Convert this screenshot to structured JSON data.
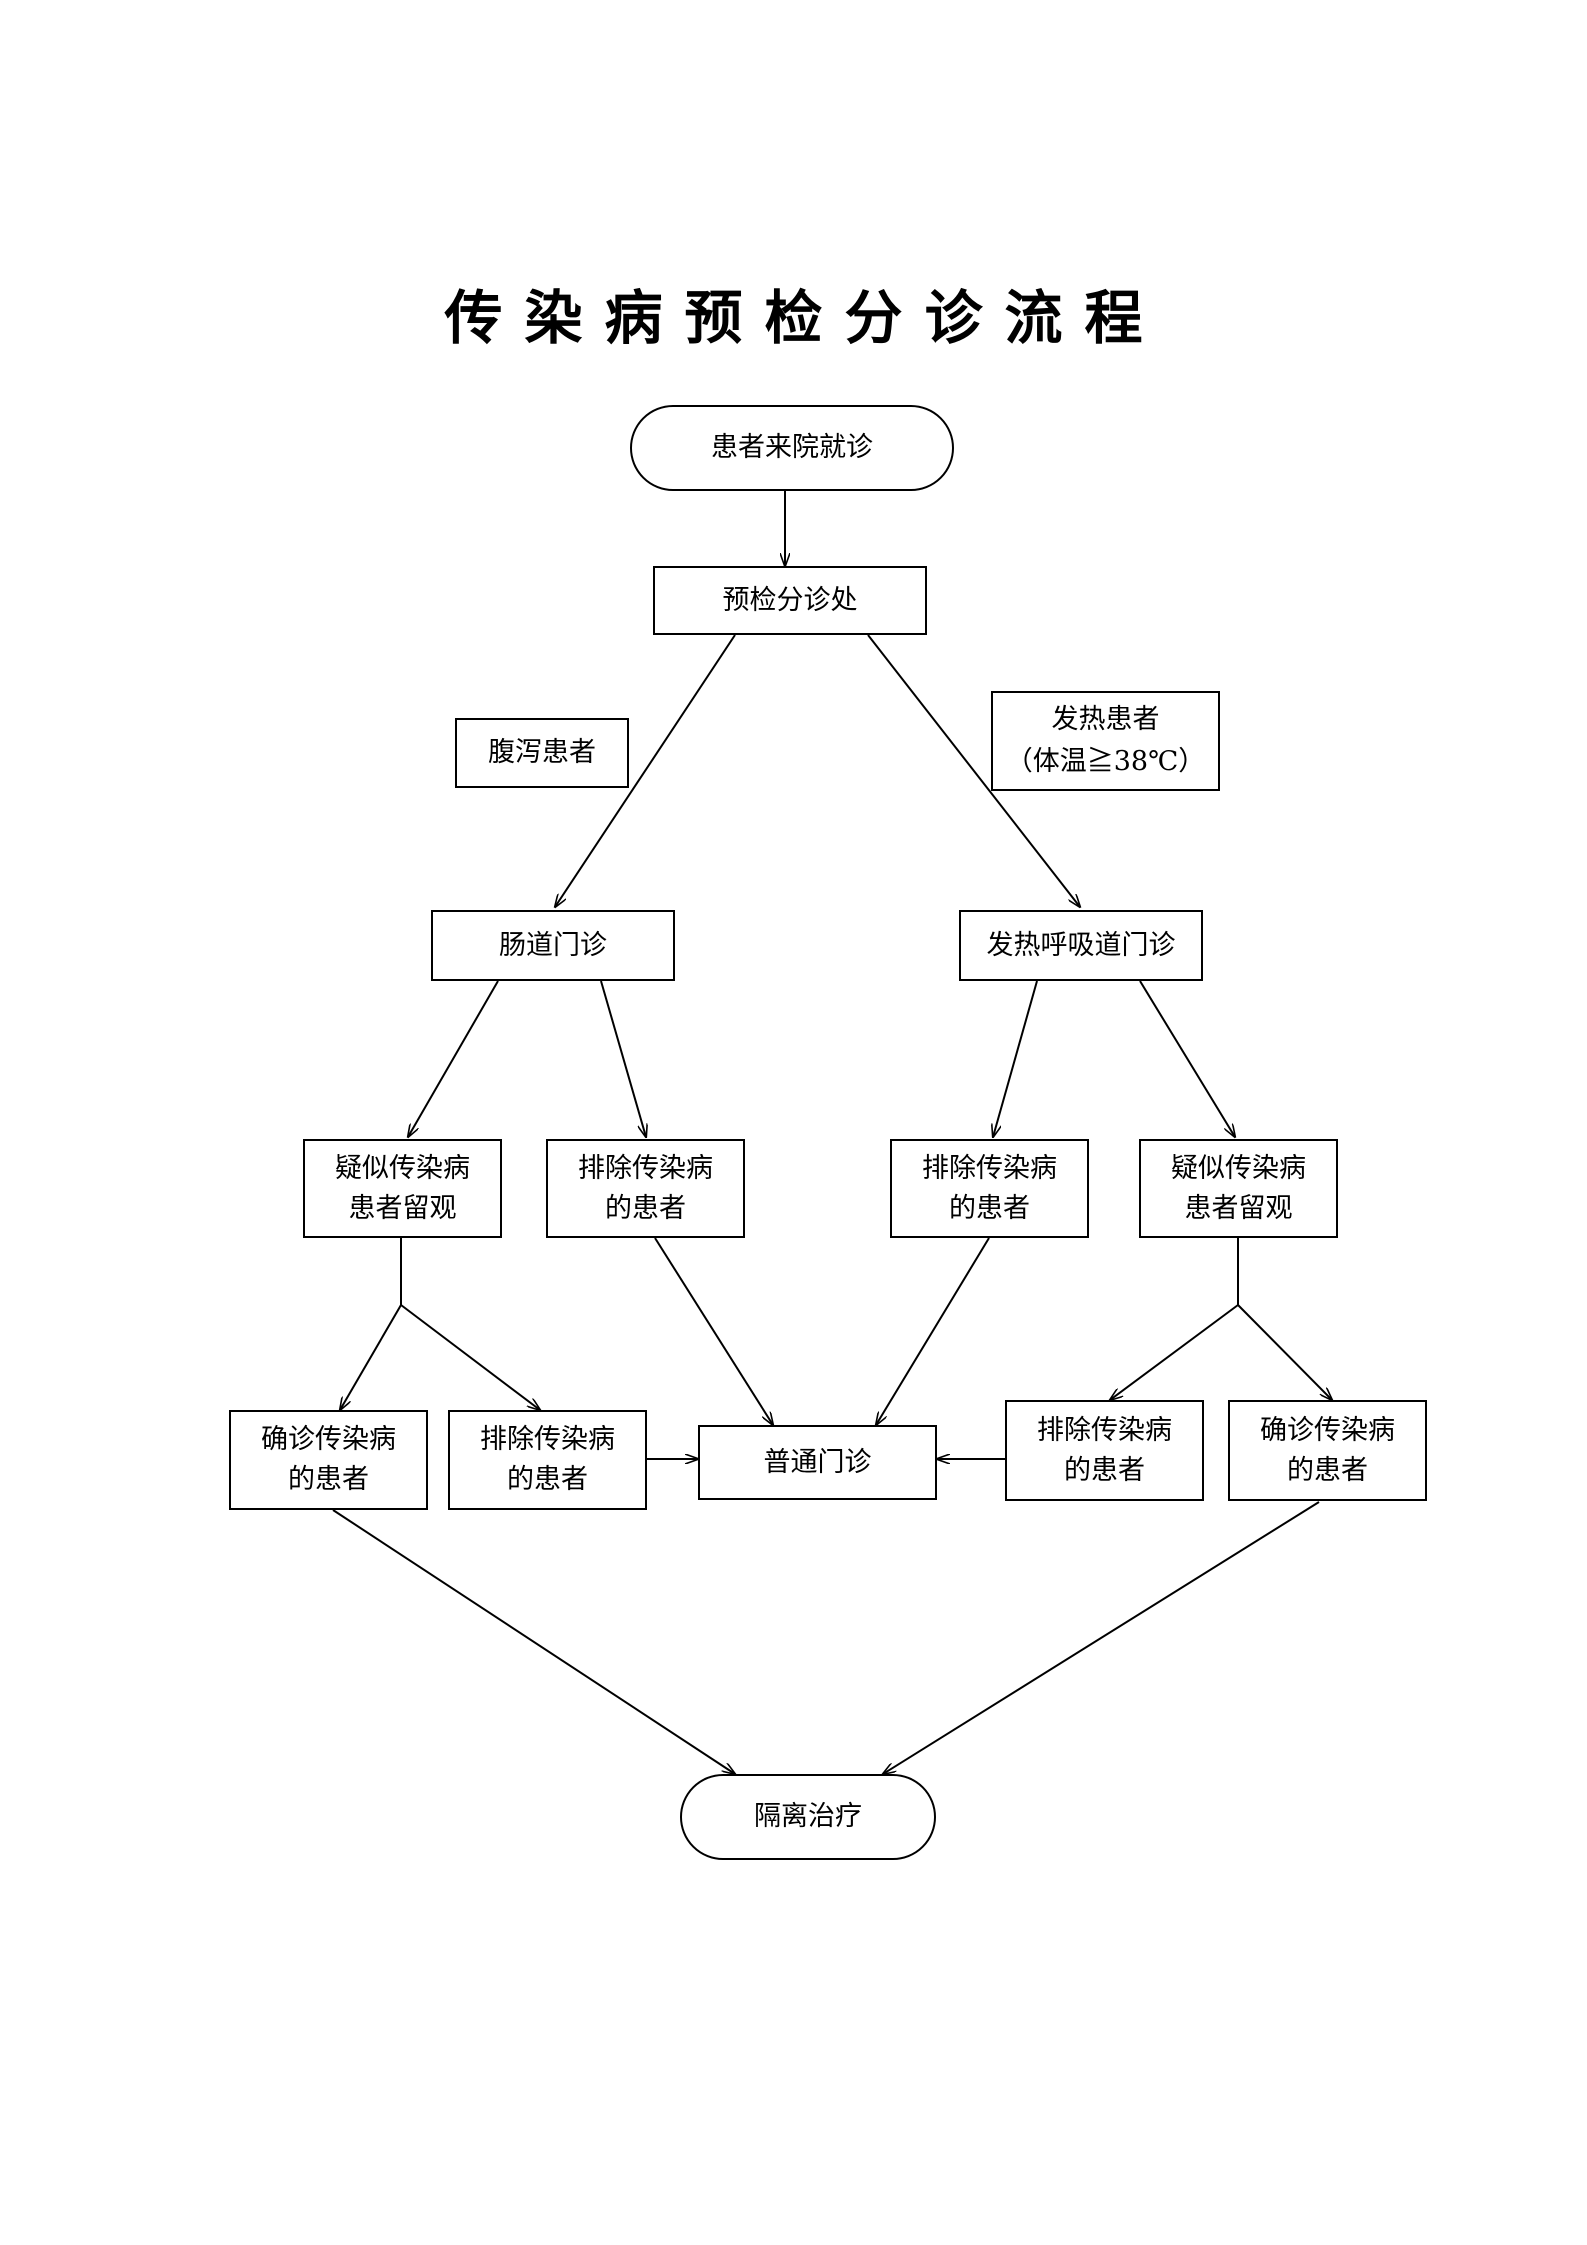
{
  "title": "传染病预检分诊流程",
  "nodes": {
    "start": "患者来院就诊",
    "triage": "预检分诊处",
    "label_diarrhea": "腹泻患者",
    "label_fever": {
      "line1": "发热患者",
      "line2": "（体温≧38℃）"
    },
    "intestinal_clinic": "肠道门诊",
    "fever_clinic": "发热呼吸道门诊",
    "left_suspected": {
      "line1": "疑似传染病",
      "line2": "患者留观"
    },
    "left_excluded": {
      "line1": "排除传染病",
      "line2": "的患者"
    },
    "right_excluded": {
      "line1": "排除传染病",
      "line2": "的患者"
    },
    "right_suspected": {
      "line1": "疑似传染病",
      "line2": "患者留观"
    },
    "left_confirmed": {
      "line1": "确诊传染病",
      "line2": "的患者"
    },
    "left_excluded_2": {
      "line1": "排除传染病",
      "line2": "的患者"
    },
    "general_clinic": "普通门诊",
    "right_excluded_2": {
      "line1": "排除传染病",
      "line2": "的患者"
    },
    "right_confirmed": {
      "line1": "确诊传染病",
      "line2": "的患者"
    },
    "isolation": "隔离治疗"
  },
  "colors": {
    "line": "#000000",
    "box_fill": "#ffffff"
  }
}
